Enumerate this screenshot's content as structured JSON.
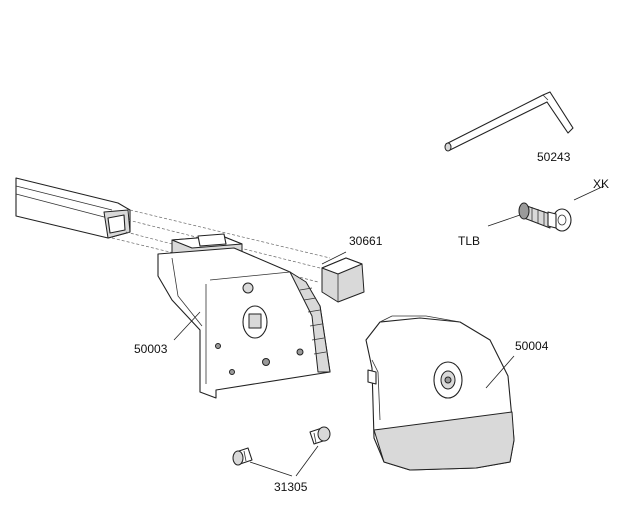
{
  "labels": {
    "allen_key": "50243",
    "lock_cylinder_key": "XK",
    "lock_cylinder": "TLB",
    "end_cap": "30661",
    "foot_bracket": "50003",
    "foot_cover": "50004",
    "screws": "31305"
  }
}
